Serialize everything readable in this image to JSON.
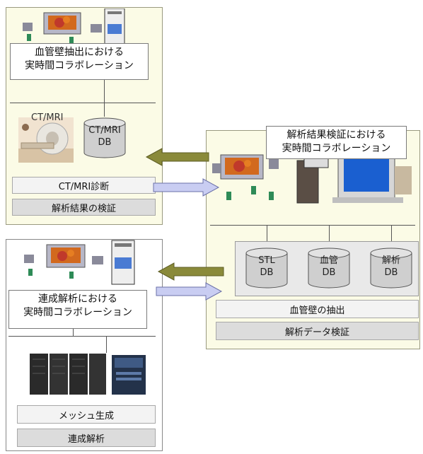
{
  "top_panel": {
    "caption": "血管壁抽出における\n実時間コラボレーション",
    "ct_label": "CT/MRI",
    "db_label": "CT/MRI\nDB",
    "bar1": "CT/MRI診断",
    "bar2": "解析結果の検証"
  },
  "right_panel": {
    "caption": "解析結果検証における\n実時間コラボレーション",
    "dbs": [
      {
        "label": "STL\nDB"
      },
      {
        "label": "血管\nDB"
      },
      {
        "label": "解析\nDB"
      }
    ],
    "bar1": "血管壁の抽出",
    "bar2": "解析データ検証"
  },
  "bottom_panel": {
    "caption": "連成解析における\n実時間コラボレーション",
    "bar1": "メッシュ生成",
    "bar2": "連成解析"
  },
  "colors": {
    "panel_bg": "#fbfbe6",
    "arrow_olive": "#8a8a3a",
    "arrow_lavender": "#c9cdf2",
    "bar_gray": "#dcdcdc"
  }
}
